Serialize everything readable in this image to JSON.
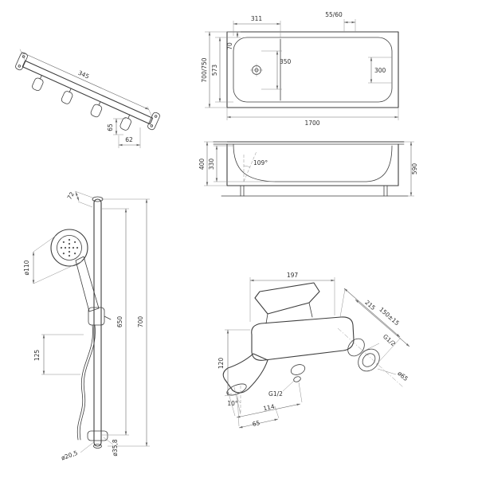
{
  "colors": {
    "line": "#3d3d3d",
    "dim": "#6a6a6a",
    "text": "#2e2e2e",
    "bg": "#ffffff"
  },
  "towel_rail": {
    "length": "345",
    "end_height": "65",
    "end_width": "62"
  },
  "tub_top": {
    "length": "1700",
    "outer_width": "700/750",
    "inner_width": "573",
    "drain_offset": "311",
    "rim_right": "55/60",
    "rim_left": "70",
    "center_width": "350",
    "foot_width": "300"
  },
  "tub_section": {
    "depth": "400",
    "inner_depth": "330",
    "wall_angle": "109°",
    "total_height": "590"
  },
  "shower_set": {
    "top_offset": "72",
    "head_diameter": "ø110",
    "rail_length": "650",
    "total_length": "700",
    "handle_length": "125",
    "rail_diameter": "ø20,5",
    "bracket_diameter": "ø35,8"
  },
  "mixer": {
    "body_length": "197",
    "total_depth": "215",
    "connection_centers": "150±15",
    "side_thread": "G1/2",
    "flange_diameter": "ø65",
    "body_height": "120",
    "spout_angle": "10°",
    "spout_reach": "114",
    "aerator_offset": "65",
    "bottom_thread": "G1/2"
  }
}
